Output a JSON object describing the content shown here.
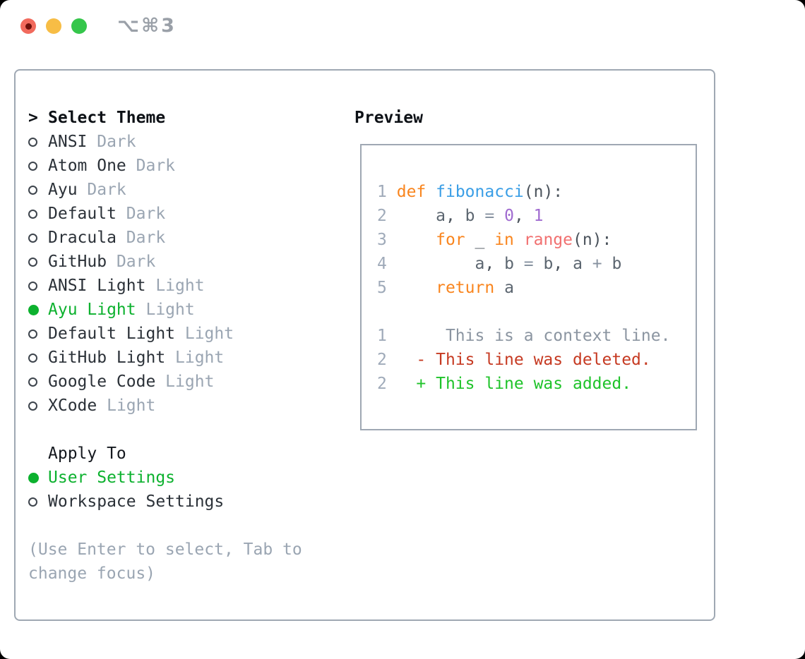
{
  "window": {
    "title_shortcut": "⌥⌘3"
  },
  "theme_picker": {
    "prompt": ">",
    "title": "Select Theme",
    "items": [
      {
        "name": "ANSI",
        "variant": "Dark",
        "selected": false
      },
      {
        "name": "Atom One",
        "variant": "Dark",
        "selected": false
      },
      {
        "name": "Ayu",
        "variant": "Dark",
        "selected": false
      },
      {
        "name": "Default",
        "variant": "Dark",
        "selected": false
      },
      {
        "name": "Dracula",
        "variant": "Dark",
        "selected": false
      },
      {
        "name": "GitHub",
        "variant": "Dark",
        "selected": false
      },
      {
        "name": "ANSI Light",
        "variant": "Light",
        "selected": false
      },
      {
        "name": "Ayu Light",
        "variant": "Light",
        "selected": true
      },
      {
        "name": "Default Light",
        "variant": "Light",
        "selected": false
      },
      {
        "name": "GitHub Light",
        "variant": "Light",
        "selected": false
      },
      {
        "name": "Google Code",
        "variant": "Light",
        "selected": false
      },
      {
        "name": "XCode",
        "variant": "Light",
        "selected": false
      }
    ],
    "apply_to": {
      "title": "Apply To",
      "options": [
        {
          "label": "User Settings",
          "selected": true
        },
        {
          "label": "Workspace Settings",
          "selected": false
        }
      ]
    },
    "hint_lines": [
      "(Use Enter to select, Tab to",
      "change focus)"
    ]
  },
  "preview": {
    "title": "Preview",
    "code_lines": [
      {
        "num": "1",
        "tokens": [
          [
            "kw",
            "def"
          ],
          [
            "pl",
            " "
          ],
          [
            "fn",
            "fibonacci"
          ],
          [
            "pl",
            "(n):"
          ]
        ]
      },
      {
        "num": "2",
        "tokens": [
          [
            "pl",
            "    "
          ],
          [
            "id",
            "a"
          ],
          [
            "pl",
            ", "
          ],
          [
            "id",
            "b"
          ],
          [
            "pl",
            " "
          ],
          [
            "op",
            "="
          ],
          [
            "pl",
            " "
          ],
          [
            "num",
            "0"
          ],
          [
            "pl",
            ", "
          ],
          [
            "num",
            "1"
          ]
        ]
      },
      {
        "num": "3",
        "tokens": [
          [
            "pl",
            "    "
          ],
          [
            "kw",
            "for"
          ],
          [
            "pl",
            " _ "
          ],
          [
            "kw",
            "in"
          ],
          [
            "pl",
            " "
          ],
          [
            "call",
            "range"
          ],
          [
            "pl",
            "(n):"
          ]
        ]
      },
      {
        "num": "4",
        "tokens": [
          [
            "pl",
            "        "
          ],
          [
            "id",
            "a"
          ],
          [
            "pl",
            ", "
          ],
          [
            "id",
            "b"
          ],
          [
            "pl",
            " "
          ],
          [
            "op",
            "="
          ],
          [
            "pl",
            " "
          ],
          [
            "id",
            "b"
          ],
          [
            "pl",
            ", "
          ],
          [
            "id",
            "a"
          ],
          [
            "pl",
            " "
          ],
          [
            "op",
            "+"
          ],
          [
            "pl",
            " "
          ],
          [
            "id",
            "b"
          ]
        ]
      },
      {
        "num": "5",
        "tokens": [
          [
            "pl",
            "    "
          ],
          [
            "kw",
            "return"
          ],
          [
            "pl",
            " "
          ],
          [
            "id",
            "a"
          ]
        ]
      },
      {
        "num": "",
        "tokens": []
      },
      {
        "num": "1",
        "tokens": [
          [
            "ctx",
            "     This is a context line."
          ]
        ]
      },
      {
        "num": "2",
        "tokens": [
          [
            "del",
            "  - This line was deleted."
          ]
        ]
      },
      {
        "num": "2",
        "tokens": [
          [
            "add",
            "  + This line was added."
          ]
        ]
      }
    ]
  },
  "colors": {
    "selection_green": "#0cb12e",
    "added_green": "#1fc32a",
    "deleted_red": "#c63a22",
    "keyword_orange": "#f9851e",
    "function_blue": "#3a9ee6",
    "number_purple": "#a06bd0",
    "call_red": "#f17070",
    "code_plain": "#4b535c",
    "identifier": "#5c6670",
    "operator": "#8792a0",
    "line_number": "#9faab9",
    "context_gray": "#8b95a1",
    "muted_gray": "#9aa5b2",
    "text_dark": "#2b3138",
    "border_gray": "#9fa8b3",
    "radio_ring": "#3d444c",
    "traffic_red": "#f16a5d",
    "traffic_red_dot": "#6e100b",
    "traffic_yellow": "#f7bd45",
    "traffic_green": "#35c64b",
    "shortcut_gray": "#9aa0a8"
  }
}
